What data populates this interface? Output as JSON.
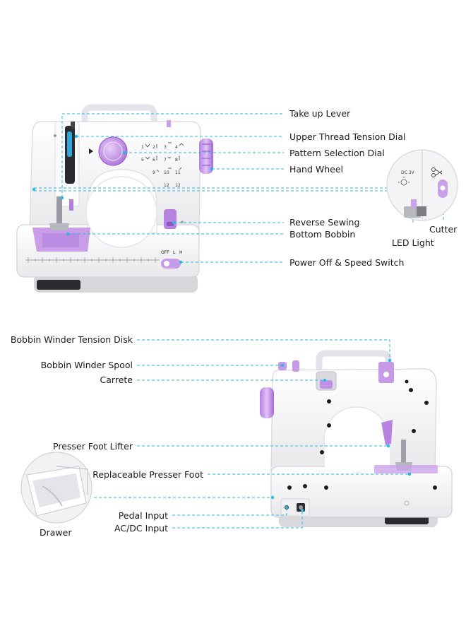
{
  "top_machine": {
    "callouts": {
      "take_up_lever": "Take up Lever",
      "upper_thread_tension_dial": "Upper Thread Tension Dial",
      "pattern_selection_dial": "Pattern Selection Dial",
      "hand_wheel": "Hand Wheel",
      "reverse_sewing": "Reverse Sewing",
      "bottom_bobbin": "Bottom Bobbin",
      "power_off_speed_switch": "Power Off & Speed Switch"
    },
    "inset": {
      "cutter": "Cutter",
      "led_light": "LED Light",
      "voltage_mark": "DC 3V"
    },
    "switch_marks": {
      "off": "OFF",
      "low": "L",
      "high": "H"
    }
  },
  "bottom_machine": {
    "callouts": {
      "bobbin_winder_tension_disk": "Bobbin Winder Tension Disk",
      "bobbin_winder_spool": "Bobbin Winder Spool",
      "carrete": "Carrete",
      "presser_foot_lifter": "Presser Foot Lifter",
      "replaceable_presser_foot": "Replaceable Presser Foot",
      "pedal_input": "Pedal Input",
      "ac_dc_input": "AC/DC Input"
    },
    "inset": {
      "drawer": "Drawer"
    }
  },
  "colors": {
    "accent_purple": "#c79be6",
    "deep_purple": "#9a5ec8",
    "callout_line": "#29b7e3",
    "body_white": "#f6f6f8",
    "body_shadow": "#d9d9de"
  }
}
